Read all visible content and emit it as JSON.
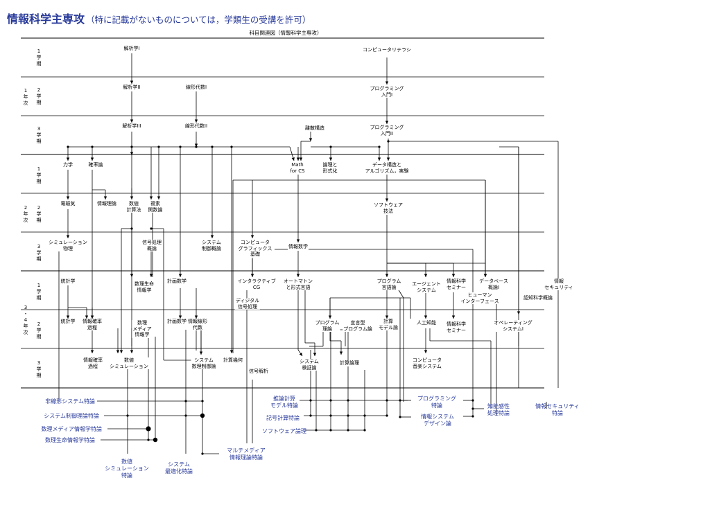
{
  "header": {
    "title": "情報科学主専攻",
    "subtitle": "（特に記載がないものについては，学類生の受講を許可）"
  },
  "chart": {
    "title": "科目関連図（情報科学主専攻）"
  },
  "rows": {
    "sem1": "1\n学\n期",
    "sem2": "2\n学\n期",
    "sem3": "3\n学\n期"
  },
  "years": {
    "y1": "1\n年\n次",
    "y2": "2\n年\n次",
    "y34": "3\n・\n4\n年\n次"
  },
  "courses": {
    "kaiseki1": "解析学I",
    "comp_literacy": "コンピュータリテラシ",
    "kaiseki2": "解析学II",
    "senkei1": "線形代数I",
    "prog_intro1": "プログラミング\n入門I",
    "kaiseki3": "解析学III",
    "senkei2": "線形代数II",
    "risan": "離散構造",
    "prog_intro2": "プログラミング\n入門II",
    "rikigaku": "力学",
    "kakuritsu": "確率論",
    "math_cs": "Math\nfor CS",
    "ronri": "論理と\n形式化",
    "data_struct": "データ構造と\nアルゴリズム，実験",
    "denjiki": "電磁気",
    "joho_riron": "情報理論",
    "suchi_keisan": "数値\n計算法",
    "fukuso": "複素\n関数論",
    "software_gihou": "ソフトウェア\n技法",
    "simulation": "シミュレーション\n物理",
    "shingo": "信号処理\n概論",
    "system_seigyo": "システム\n制御概論",
    "cg": "コンピュータ\nグラフィックス\n基礎",
    "joho_sugaku": "情報数学",
    "tokeigaku": "統計学",
    "suri_seimei": "数理生命\n情報学",
    "keikaku1": "計画数学",
    "interactive_cg": "インタラクティブ\nCG",
    "automaton": "オートマトン\nと形式言語",
    "prog_gengo": "プログラム\n言語論",
    "agent": "エージェント\nシステム",
    "joho_seminar1": "情報科学\nセミナー",
    "database": "データベース\n概論I",
    "human_if": "ヒューマン\nインターフェース",
    "ninchi": "認知科学概論",
    "security": "情報\nセキュリティ",
    "digital_shingo": "ディジタル\n信号処理",
    "tokeigaku2": "統計学",
    "joho_kakuritsu": "情報確率\n過程",
    "suchi_media": "数理\nメディア\n情報学",
    "keikaku2": "計画数学",
    "joho_senkei": "情報線形\n代数",
    "prog_riron": "プログラム\n理論",
    "sengengata": "宣言型\nプログラム論",
    "keisan_model": "計算\nモデル論",
    "jinko_chino": "人工知能",
    "joho_seminar2": "情報科学\nセミナー",
    "os": "オペレーティング\nシステムI",
    "joho_kakuritsu2": "情報確率\n過程",
    "suchi_sim": "数値\nシミュレーション",
    "system_suri": "システム\n数理制御論",
    "keisan_kika": "計算幾何",
    "shingo_kaiseki": "信号解析",
    "system_kensho": "システム\n検証論",
    "keisan_ronri": "計算論理",
    "comp_ongaku": "コンピュータ\n音楽システム"
  },
  "graduate": {
    "hisenkei": "非線形システム特論",
    "system_seigyo_riron": "システム制御理論特論",
    "suri_media_tokuron": "数理メディア情報学特論",
    "suri_seimei_tokuron": "数理生命情報学特論",
    "suchi_sim_tokuron": "数値\nシミュレーション\n特論",
    "system_saiteki": "システム\n最適化特論",
    "multimedia": "マルチメディア\n情報理論特論",
    "suiron_keisan": "推論計算\nモデル特論",
    "kigo_keisan": "記号計算特論",
    "software_ronri": "ソフトウェア論理",
    "programming_tokuron": "プログラミング\n特論",
    "joho_system_design": "情報システム\nデザイン論",
    "chino_kansei": "知能感性\n処理特論",
    "security_tokuron": "情報セキュリティ\n特論"
  },
  "colors": {
    "heading": "#283a9a",
    "graduate_text": "#283a9a",
    "lines": "#000000"
  }
}
